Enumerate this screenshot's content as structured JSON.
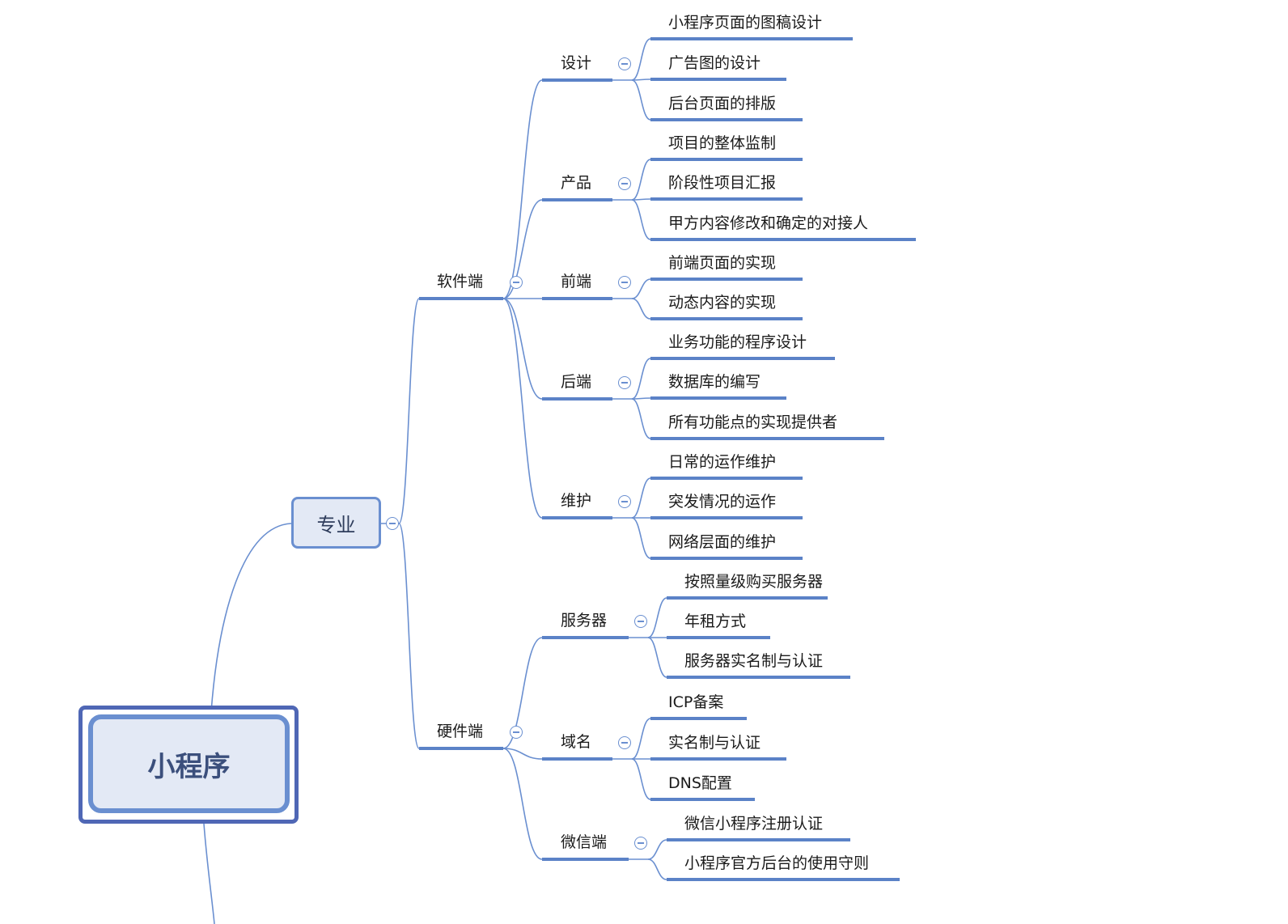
{
  "root": {
    "label": "小程序"
  },
  "professional": {
    "label": "专业"
  },
  "software": {
    "label": "软件端",
    "groups": [
      {
        "label": "设计",
        "items": [
          "小程序页面的图稿设计",
          "广告图的设计",
          "后台页面的排版"
        ]
      },
      {
        "label": "产品",
        "items": [
          "项目的整体监制",
          "阶段性项目汇报",
          "甲方内容修改和确定的对接人"
        ]
      },
      {
        "label": "前端",
        "items": [
          "前端页面的实现",
          "动态内容的实现"
        ]
      },
      {
        "label": "后端",
        "items": [
          "业务功能的程序设计",
          "数据库的编写",
          "所有功能点的实现提供者"
        ]
      },
      {
        "label": "维护",
        "items": [
          "日常的运作维护",
          "突发情况的运作",
          "网络层面的维护"
        ]
      }
    ]
  },
  "hardware": {
    "label": "硬件端",
    "groups": [
      {
        "label": "服务器",
        "items": [
          "按照量级购买服务器",
          "年租方式",
          "服务器实名制与认证"
        ]
      },
      {
        "label": "域名",
        "items": [
          "ICP备案",
          "实名制与认证",
          "DNS配置"
        ]
      },
      {
        "label": "微信端",
        "items": [
          "微信小程序注册认证",
          "小程序官方后台的使用守则"
        ]
      }
    ]
  },
  "colors": {
    "line": "#6a8fd0",
    "underline": "#5b82c7",
    "node_fill": "#e3e9f5",
    "root_border": "#4f67b5"
  }
}
